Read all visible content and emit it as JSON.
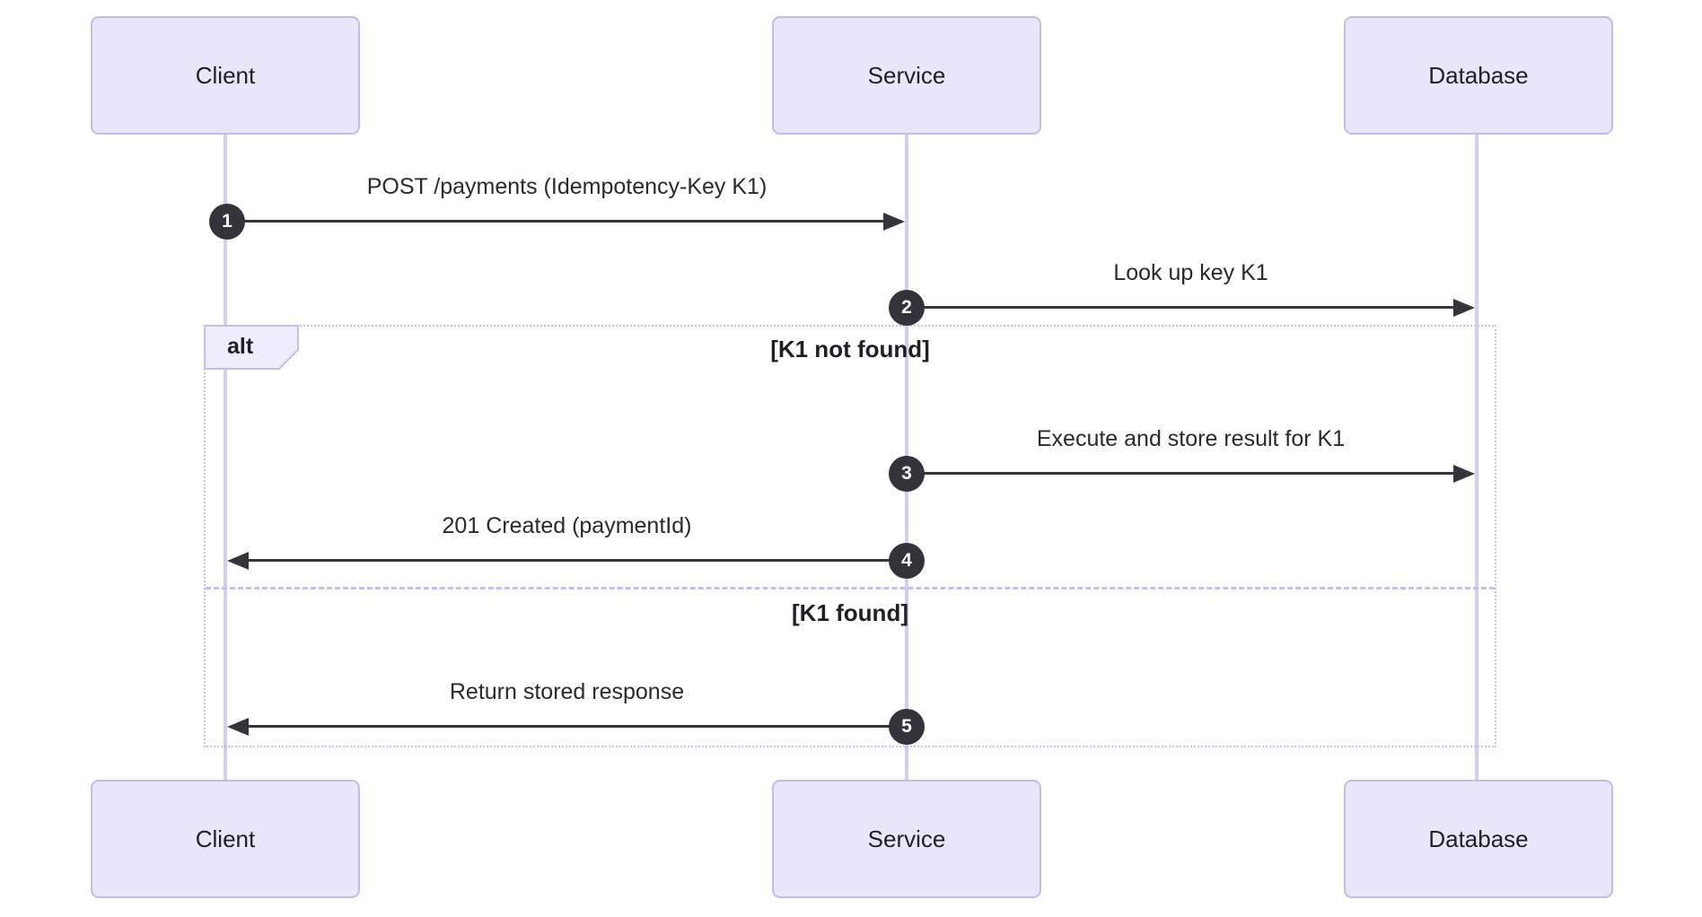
{
  "diagram": {
    "type": "sequence",
    "participants": [
      {
        "id": "client",
        "label": "Client"
      },
      {
        "id": "service",
        "label": "Service"
      },
      {
        "id": "database",
        "label": "Database"
      }
    ],
    "messages": [
      {
        "seq": "1",
        "from": "client",
        "to": "service",
        "text": "POST /payments (Idempotency-Key K1)"
      },
      {
        "seq": "2",
        "from": "service",
        "to": "database",
        "text": "Look up key K1"
      },
      {
        "seq": "3",
        "from": "service",
        "to": "database",
        "text": "Execute and store result for K1"
      },
      {
        "seq": "4",
        "from": "service",
        "to": "client",
        "text": "201 Created (paymentId)"
      },
      {
        "seq": "5",
        "from": "service",
        "to": "client",
        "text": "Return stored response"
      }
    ],
    "alt_frame": {
      "label": "alt",
      "sections": [
        {
          "condition": "[K1 not found]",
          "messages": [
            "3",
            "4"
          ]
        },
        {
          "condition": "[K1 found]",
          "messages": [
            "5"
          ]
        }
      ]
    },
    "colors": {
      "background": "#ffffff",
      "participant_fill": "#e9e6f9",
      "participant_border": "#c7bae9",
      "lifeline": "#d6ccf1",
      "frame_border": "#c7bdea",
      "arrow": "#35343b",
      "badge_fill": "#34333b",
      "badge_text": "#ffffff",
      "text": "#2a2a2e"
    }
  }
}
